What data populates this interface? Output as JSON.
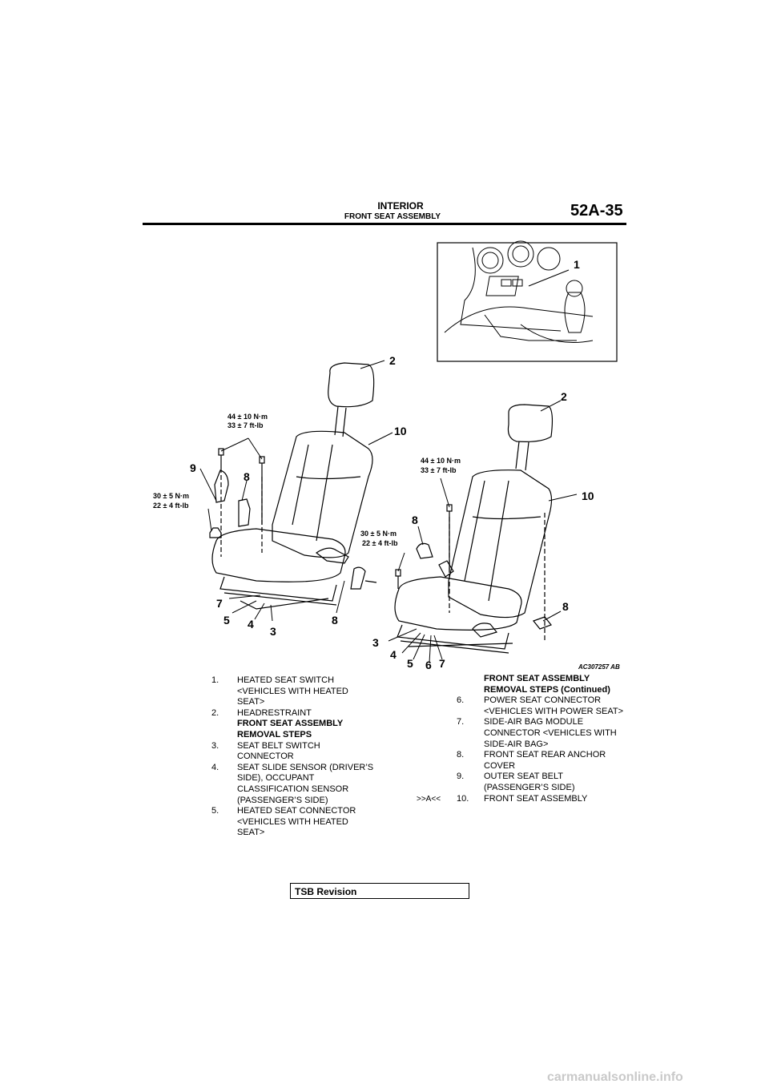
{
  "header": {
    "section": "INTERIOR",
    "subsection": "FRONT SEAT ASSEMBLY",
    "page_number": "52A-35"
  },
  "figure": {
    "id": "AC307257 AB",
    "callouts": [
      "1",
      "2",
      "10",
      "9",
      "8",
      "7",
      "5",
      "4",
      "3",
      "8",
      "2",
      "10",
      "8",
      "8",
      "3",
      "4",
      "5",
      "6",
      "7"
    ],
    "torque_upper": [
      "44 ± 10 N·m",
      "33 ± 7 ft-lb"
    ],
    "torque_lower": [
      "30 ± 5 N·m",
      "22 ± 4 ft-lb"
    ],
    "torque_right_upper": [
      "44 ± 10 N·m",
      "33 ± 7 ft-lb"
    ],
    "torque_right_lower": [
      "30 ± 5 N·m",
      "22 ± 4 ft-lb"
    ]
  },
  "left_list": [
    {
      "num": "1.",
      "lines": [
        "HEATED SEAT SWITCH",
        "<VEHICLES WITH HEATED",
        "SEAT>"
      ]
    },
    {
      "num": "2.",
      "lines": [
        "HEADRESTRAINT"
      ]
    },
    {
      "num": "",
      "heading": true,
      "lines": [
        "FRONT SEAT ASSEMBLY",
        "REMOVAL STEPS"
      ]
    },
    {
      "num": "3.",
      "lines": [
        "SEAT BELT SWITCH",
        "CONNECTOR"
      ]
    },
    {
      "num": "4.",
      "lines": [
        "SEAT SLIDE SENSOR (DRIVER’S",
        "SIDE), OCCUPANT",
        "CLASSIFICATION SENSOR",
        "(PASSENGER’S SIDE)"
      ]
    },
    {
      "num": "5.",
      "lines": [
        "HEATED SEAT CONNECTOR",
        "<VEHICLES WITH HEATED",
        "SEAT>"
      ]
    }
  ],
  "right_list": [
    {
      "mark": "",
      "num": "",
      "heading": true,
      "lines": [
        "FRONT SEAT ASSEMBLY",
        "REMOVAL STEPS (Continued)"
      ]
    },
    {
      "mark": "",
      "num": "6.",
      "lines": [
        "POWER SEAT CONNECTOR",
        "<VEHICLES WITH POWER SEAT>"
      ]
    },
    {
      "mark": "",
      "num": "7.",
      "lines": [
        "SIDE-AIR BAG MODULE",
        "CONNECTOR <VEHICLES WITH",
        "SIDE-AIR BAG>"
      ]
    },
    {
      "mark": "",
      "num": "8.",
      "lines": [
        "FRONT SEAT REAR ANCHOR",
        "COVER"
      ]
    },
    {
      "mark": "",
      "num": "9.",
      "lines": [
        "OUTER SEAT BELT",
        "(PASSENGER’S SIDE)"
      ]
    },
    {
      "mark": ">>A<<",
      "num": "10.",
      "lines": [
        "FRONT SEAT ASSEMBLY"
      ]
    }
  ],
  "footer_box": "TSB Revision",
  "watermark": "carmanualsonline.info"
}
